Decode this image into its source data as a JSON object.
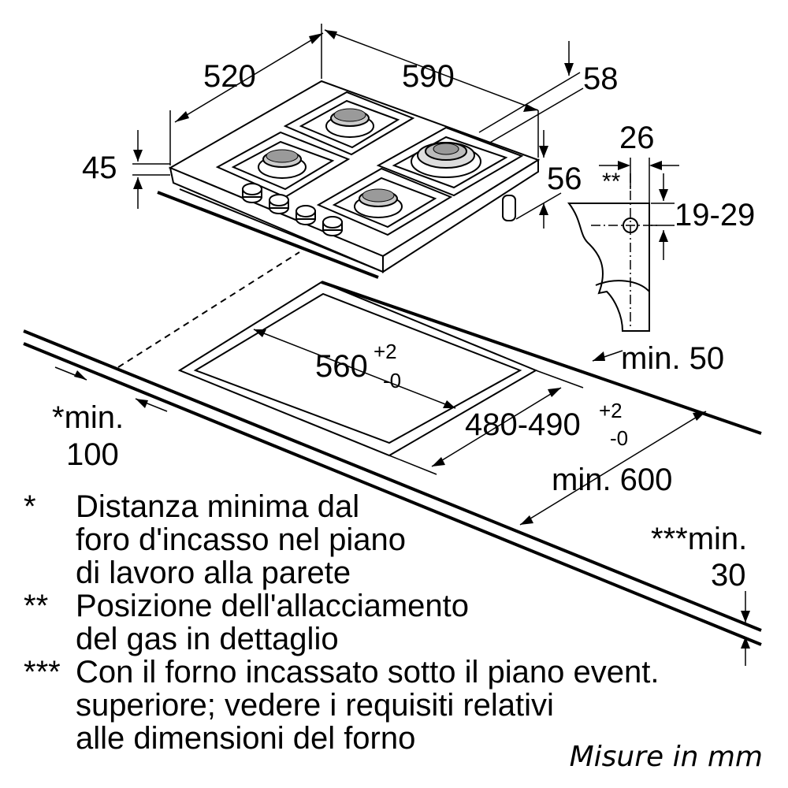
{
  "dimensions": {
    "depth": "520",
    "width": "590",
    "height_total": "58",
    "glass_thickness": "45",
    "side_height": "56",
    "gas_offset": "26",
    "gas_marker": "**",
    "gas_height": "19-29",
    "min_back": "min. 50",
    "cutout_width_base": "560",
    "cutout_width_tol_plus": "+2",
    "cutout_width_tol_minus": "-0",
    "cutout_depth_base": "480-490",
    "cutout_depth_tol_plus": "+2",
    "cutout_depth_tol_minus": "-0",
    "min_wall_line1": "*min.",
    "min_wall_line2": "100",
    "min_depth": "min. 600",
    "min_oven_line1": "***min.",
    "min_oven_line2": "30"
  },
  "notes": [
    {
      "marker": "*",
      "lines": [
        "Distanza minima dal",
        "foro d'incasso nel piano",
        "di lavoro alla parete"
      ]
    },
    {
      "marker": "**",
      "lines": [
        "Posizione dell'allacciamento",
        "del gas in dettaglio"
      ]
    },
    {
      "marker": "***",
      "lines": [
        "Con il forno incassato sotto il piano event.",
        "superiore; vedere i requisiti relativi",
        "alle dimensioni del forno"
      ]
    }
  ],
  "units": "Misure in mm"
}
